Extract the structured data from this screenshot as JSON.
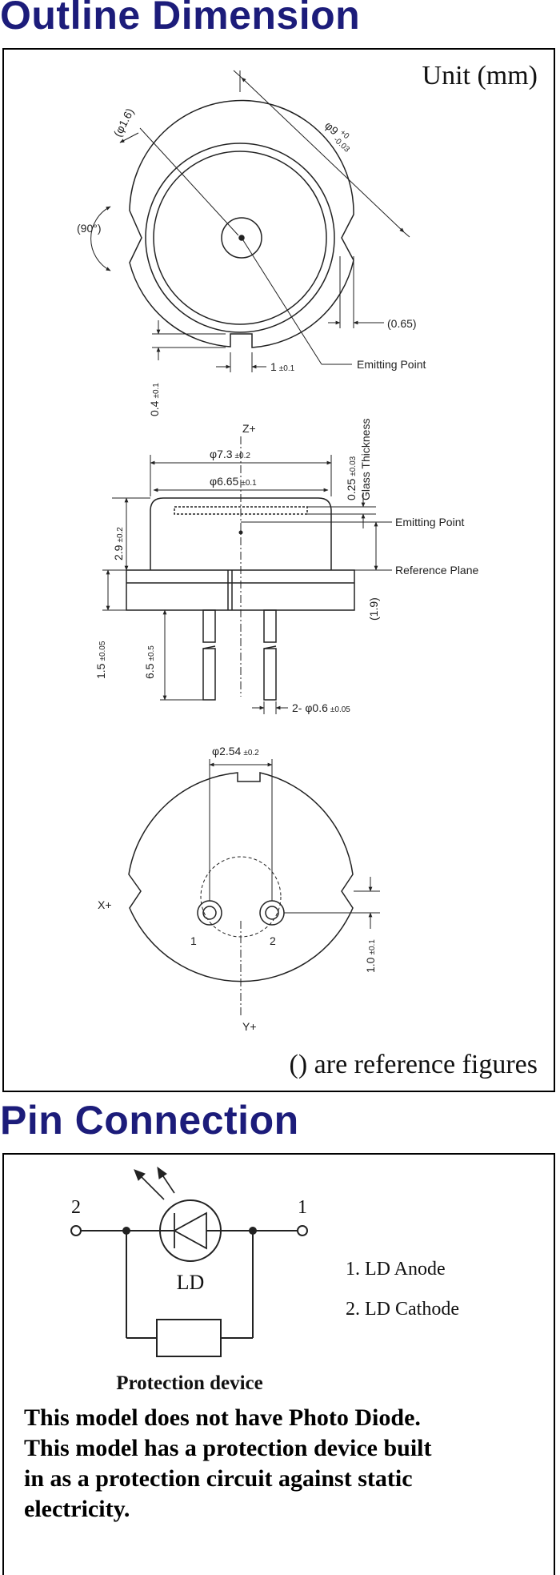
{
  "sections": {
    "outline_title": "Outline Dimension",
    "pin_title": "Pin Connection"
  },
  "outline": {
    "unit": "Unit (mm)",
    "reference_note": "() are reference figures",
    "top_view": {
      "phi_1_6": "(φ1.6)",
      "phi_9_main": "φ9",
      "phi_9_tol_upper": "+0",
      "phi_9_tol_lower": "-0.03",
      "angle_90": "(90°)",
      "dim_0_65": "(0.65)",
      "notch_width_main": "1",
      "notch_width_tol": "±0.1",
      "notch_depth_main": "0.4",
      "notch_depth_tol": "±0.1",
      "emitting_point": "Emitting Point"
    },
    "side_view": {
      "z_axis": "Z+",
      "phi_7_3_main": "φ7.3",
      "phi_7_3_tol": "±0.2",
      "phi_6_65_main": "φ6.65",
      "phi_6_65_tol": "±0.1",
      "glass_thickness_main": "0.25",
      "glass_thickness_tol": "±0.03",
      "glass_thickness_label": "Glass Thickness",
      "emitting_point": "Emitting Point",
      "reference_plane": "Reference Plane",
      "height_2_9_main": "2.9",
      "height_2_9_tol": "±0.2",
      "dim_1_9": "(1.9)",
      "flange_1_5_main": "1.5",
      "flange_1_5_tol": "±0.05",
      "lead_6_5_main": "6.5",
      "lead_6_5_tol": "±0.5",
      "lead_dia_main": "2- φ0.6",
      "lead_dia_tol": "±0.05"
    },
    "bottom_view": {
      "phi_2_54_main": "φ2.54",
      "phi_2_54_tol": "±0.2",
      "x_axis": "X+",
      "y_axis": "Y+",
      "pin1": "1",
      "pin2": "2",
      "offset_1_0_main": "1.0",
      "offset_1_0_tol": "±0.1"
    }
  },
  "pins": {
    "pin2_number": "2",
    "pin1_number": "1",
    "ld_label": "LD",
    "protection_label": "Protection device",
    "pin_list": [
      "1. LD Anode",
      "2. LD Cathode"
    ]
  },
  "note": {
    "lines": [
      "This model does not have Photo Diode.",
      "This model has a protection device built",
      "in as a protection circuit against static",
      "electricity."
    ]
  }
}
